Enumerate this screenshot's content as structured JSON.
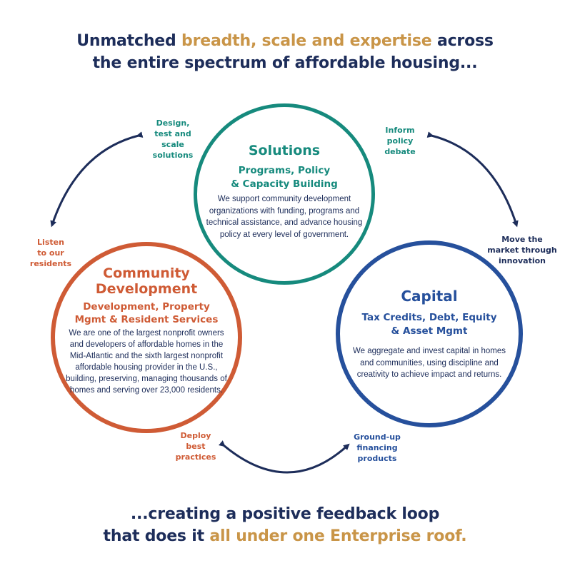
{
  "headline_top": {
    "line1_pre": "Unmatched ",
    "line1_accent": "breadth, scale and expertise",
    "line1_post": " across",
    "line2": "the entire spectrum of affordable housing..."
  },
  "headline_bottom": {
    "line1": "...creating a positive feedback loop",
    "line2_pre": "that does it ",
    "line2_accent": "all under one Enterprise roof."
  },
  "circles": {
    "solutions": {
      "title": "Solutions",
      "subtitle": "Programs, Policy\n& Capacity Building",
      "description": "We support community development organizations with funding, programs and technical assistance, and advance housing policy at every level of government."
    },
    "community": {
      "title": "Community\nDevelopment",
      "subtitle": "Development, Property\nMgmt & Resident Services",
      "description": "We are one of the largest nonprofit owners and developers of affordable homes in the Mid-Atlantic and the sixth largest nonprofit affordable housing provider in the U.S., building, preserving, managing thousands of homes and serving over 23,000 residents."
    },
    "capital": {
      "title": "Capital",
      "subtitle": "Tax Credits, Debt, Equity\n& Asset Mgmt",
      "description": "We aggregate and invest capital in homes and communities, using discipline and creativity to achieve impact and returns."
    }
  },
  "labels": {
    "design": "Design,\ntest and\nscale\nsolutions",
    "inform": "Inform\npolicy\ndebate",
    "listen": "Listen\nto our\nresidents",
    "move": "Move the\nmarket through\ninnovation",
    "deploy": "Deploy\nbest\npractices",
    "ground": "Ground-up\nfinancing\nproducts"
  },
  "colors": {
    "navy": "#1d2d5a",
    "accent_gold": "#c99548",
    "solutions_teal": "#168a7d",
    "community_orange": "#cf5b35",
    "capital_blue": "#26509c"
  }
}
